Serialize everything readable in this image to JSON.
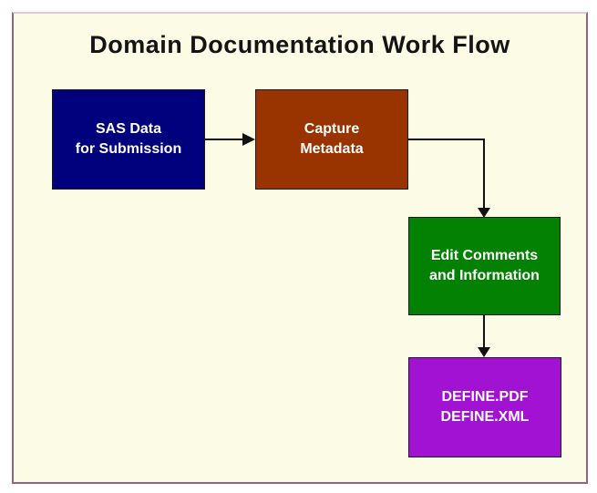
{
  "diagram": {
    "title": "Domain Documentation Work Flow",
    "type": "flowchart",
    "colors": {
      "canvas_background": "#FFFFFF",
      "panel_background": "#FCFCE6",
      "frame_border": "#96627E",
      "frame_border_highlight": "#E8C8D8",
      "arrow": "#111111",
      "node_text": "#FFFFFF",
      "title_text": "#141414"
    },
    "nodes": [
      {
        "id": "sas-data",
        "lines": [
          "SAS Data",
          "for Submission"
        ],
        "fill": "#01017E"
      },
      {
        "id": "capture-metadata",
        "lines": [
          "Capture",
          "Metadata"
        ],
        "fill": "#993300"
      },
      {
        "id": "edit-comments",
        "lines": [
          "Edit Comments",
          "and Information"
        ],
        "fill": "#028102"
      },
      {
        "id": "define-output",
        "lines": [
          "DEFINE.PDF",
          "DEFINE.XML"
        ],
        "fill": "#A112D2"
      }
    ],
    "edges": [
      {
        "from": "sas-data",
        "to": "capture-metadata",
        "shape": "straight-right"
      },
      {
        "from": "capture-metadata",
        "to": "edit-comments",
        "shape": "elbow-right-down"
      },
      {
        "from": "edit-comments",
        "to": "define-output",
        "shape": "straight-down"
      }
    ]
  }
}
